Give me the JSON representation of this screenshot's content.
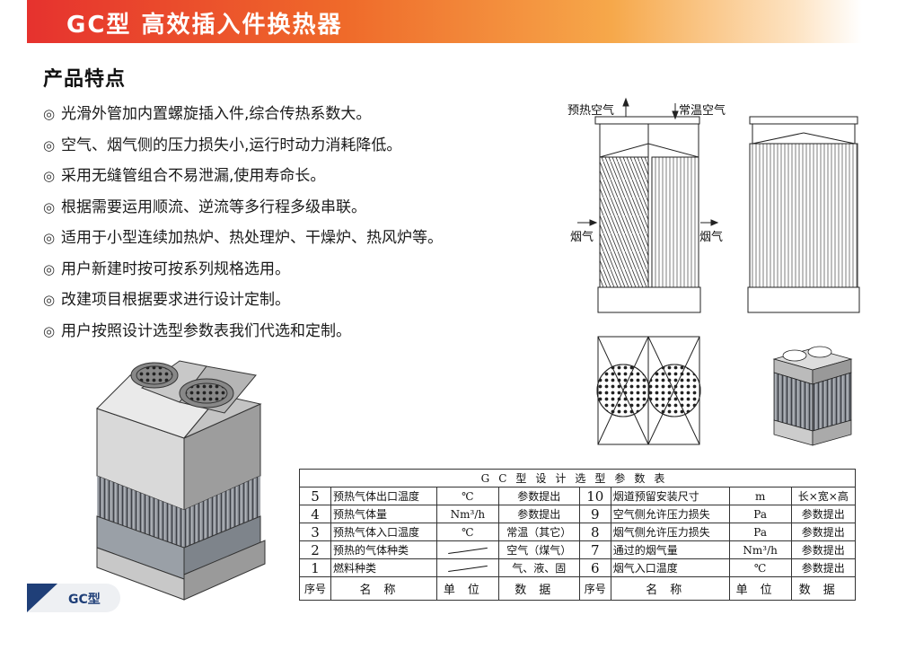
{
  "header": {
    "title": "GC型  高效插入件换热器"
  },
  "section_title": "产品特点",
  "bullet_symbol": "◎",
  "features": [
    "光滑外管加内置螺旋插入件,综合传热系数大。",
    "空气、烟气侧的压力损失小,运行时动力消耗降低。",
    "采用无缝管组合不易泄漏,使用寿命长。",
    "根据需要运用顺流、逆流等多行程多级串联。",
    "适用于小型连续加热炉、热处理炉、干燥炉、热风炉等。",
    "用户新建时按可按系列规格选用。",
    "改建项目根据要求进行设计定制。",
    "用户按照设计选型参数表我们代选和定制。"
  ],
  "diagram_labels": {
    "preheat_air": "预热空气",
    "normal_air": "常温空气",
    "flue_left": "烟气",
    "flue_right": "烟气"
  },
  "table": {
    "caption": "GC型设计选型参数表",
    "rows": [
      {
        "no_l": "5",
        "name_l": "预热气体出口温度",
        "unit_l": "℃",
        "data_l": "参数提出",
        "no_r": "10",
        "name_r": "烟道预留安装尺寸",
        "unit_r": "m",
        "data_r": "长×宽×高"
      },
      {
        "no_l": "4",
        "name_l": "预热气体量",
        "unit_l": "Nm³/h",
        "data_l": "参数提出",
        "no_r": "9",
        "name_r": "空气侧允许压力损失",
        "unit_r": "Pa",
        "data_r": "参数提出"
      },
      {
        "no_l": "3",
        "name_l": "预热气体入口温度",
        "unit_l": "℃",
        "data_l": "常温（其它）",
        "no_r": "8",
        "name_r": "烟气侧允许压力损失",
        "unit_r": "Pa",
        "data_r": "参数提出"
      },
      {
        "no_l": "2",
        "name_l": "预热的气体种类",
        "unit_l": "",
        "data_l": "空气（煤气）",
        "no_r": "7",
        "name_r": "通过的烟气量",
        "unit_r": "Nm³/h",
        "data_r": "参数提出"
      },
      {
        "no_l": "1",
        "name_l": "燃料种类",
        "unit_l": "",
        "data_l": "气、液、固",
        "no_r": "6",
        "name_r": "烟气入口温度",
        "unit_r": "℃",
        "data_r": "参数提出"
      }
    ],
    "header": {
      "no": "序号",
      "name": "名称",
      "unit": "单位",
      "data": "数据"
    }
  },
  "footer_tag": "GC型",
  "colors": {
    "banner_start": "#e6322e",
    "banner_end": "#f6a84a",
    "tag_blue": "#1f3f78"
  }
}
